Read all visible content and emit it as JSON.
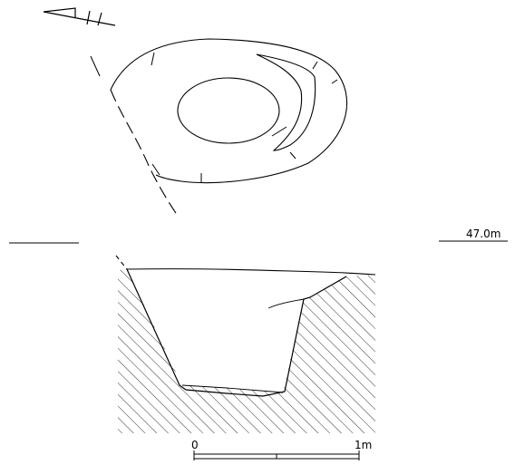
{
  "elevation": {
    "label": "47.0m"
  },
  "scale_bar": {
    "start_label": "0",
    "end_label": "1m"
  },
  "colors": {
    "line": "#000000",
    "background": "#ffffff"
  },
  "icons": {
    "north": "north-arrow-icon"
  }
}
